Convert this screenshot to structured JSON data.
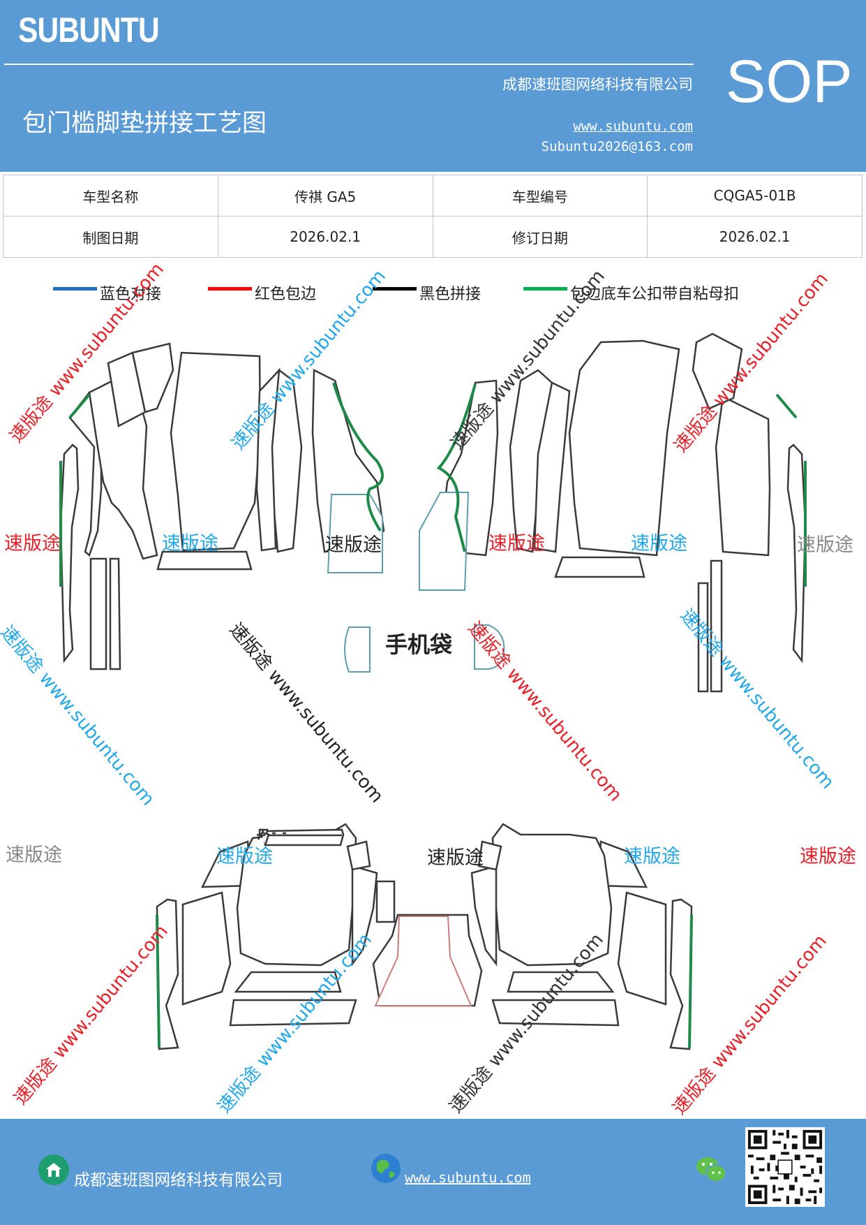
{
  "header": {
    "logo": "SUBUNTU",
    "company": "成都速班图网络科技有限公司",
    "title": "包门槛脚垫拼接工艺图",
    "website": "www.subuntu.com",
    "email": "Subuntu2026@163.com",
    "badge": "SOP"
  },
  "info": {
    "model_name_label": "车型名称",
    "model_name": "传祺 GA5",
    "model_code_label": "车型编号",
    "model_code": "CQGA5-01B",
    "draw_date_label": "制图日期",
    "draw_date": "2026.02.1",
    "revise_date_label": "修订日期",
    "revise_date": "2026.02.1"
  },
  "legend": [
    {
      "label": "蓝色对接",
      "color": "#1f6fc1"
    },
    {
      "label": "红色包边",
      "color": "#ff0000"
    },
    {
      "label": "黑色拼接",
      "color": "#000000"
    },
    {
      "label": "包边底车公扣带自粘母扣",
      "color": "#00b050"
    }
  ],
  "watermark": {
    "brand": "速版途",
    "url": "www.subuntu.com",
    "brand_url": "速版途 www.subuntu.com",
    "colors": {
      "red": "#e8202a",
      "blue": "#22a7e8",
      "black": "#222222",
      "gray": "#888888"
    }
  },
  "phone_bag_label": "手机袋",
  "footer": {
    "company": "成都速班图网络科技有限公司",
    "website": "www.subuntu.com"
  },
  "icons": [
    "home-icon",
    "globe-icon",
    "wechat-icon",
    "qr-code"
  ]
}
